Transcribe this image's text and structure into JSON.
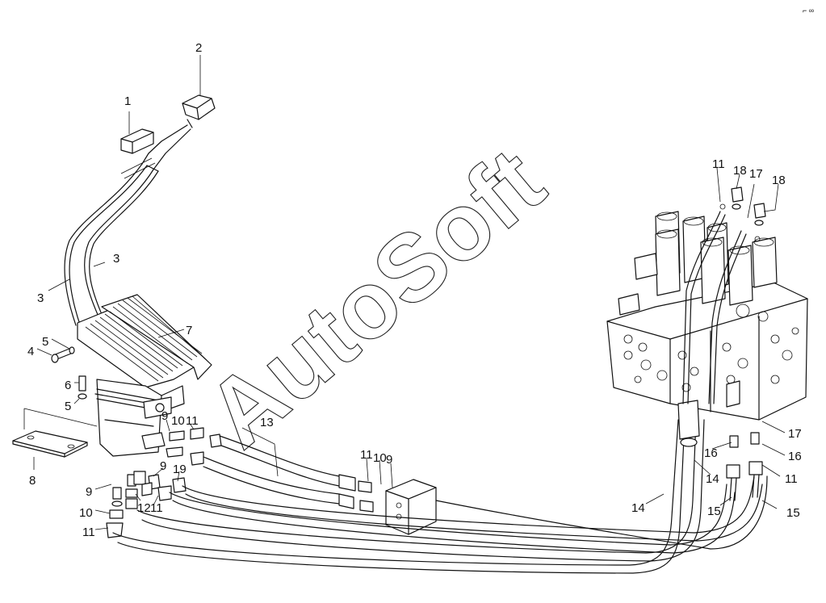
{
  "watermark": "AutoSoft",
  "corner_mark": "⌐ ∞",
  "callouts": [
    "1",
    "2",
    "3",
    "3",
    "4",
    "5",
    "5",
    "6",
    "7",
    "8",
    "9",
    "10",
    "11",
    "13",
    "11",
    "10",
    "9",
    "9",
    "19",
    "9",
    "10",
    "11",
    "12",
    "11",
    "11",
    "18",
    "17",
    "18",
    "17",
    "16",
    "16",
    "11",
    "14",
    "14",
    "15",
    "15"
  ]
}
